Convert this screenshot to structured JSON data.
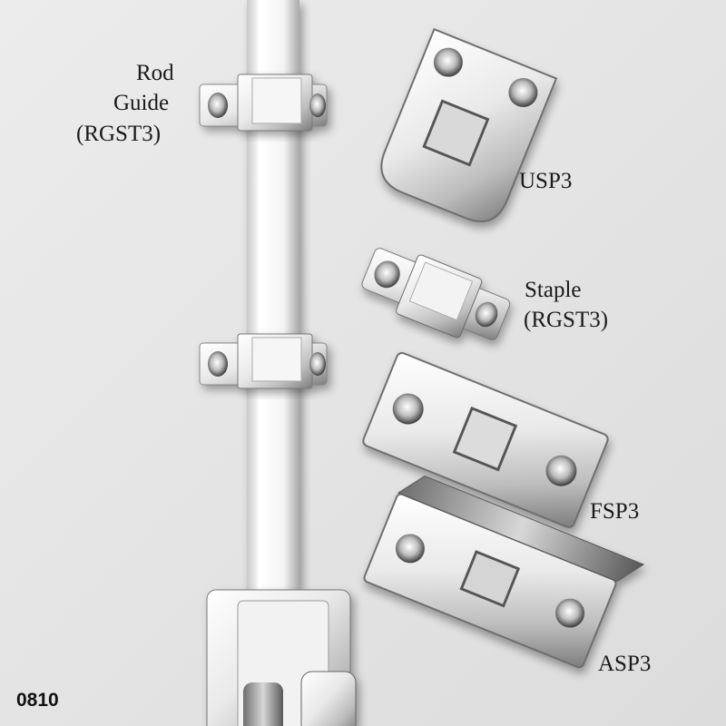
{
  "labels": {
    "rod_guide_line1": "Rod",
    "rod_guide_line2": "Guide",
    "rod_guide_line3": "(RGST3)",
    "usp3": "USP3",
    "staple_line1": "Staple",
    "staple_line2": "(RGST3)",
    "fsp3": "FSP3",
    "asp3": "ASP3"
  },
  "image_code": "0810"
}
